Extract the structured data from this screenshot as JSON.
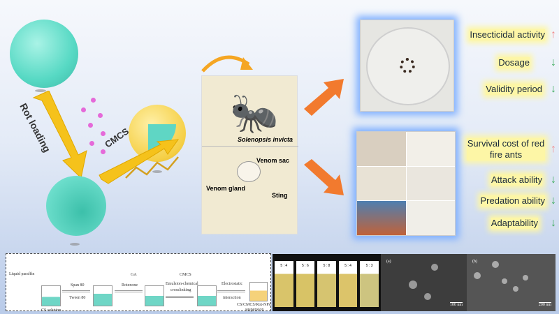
{
  "synthesis": {
    "rot_loading": "Rot loading",
    "cmcs": "CMCS"
  },
  "ant_panel": {
    "species": "Solenopsis invicta",
    "venom_sac": "Venom sac",
    "venom_gland": "Venom gland",
    "sting": "Sting"
  },
  "effects_top": [
    {
      "label": "Insecticidal activity",
      "trend": "up"
    },
    {
      "label": "Dosage",
      "trend": "down"
    },
    {
      "label": "Validity period",
      "trend": "down"
    }
  ],
  "effects_bottom": [
    {
      "label": "Survival cost of red fire ants",
      "trend": "up"
    },
    {
      "label": "Attack ability",
      "trend": "down"
    },
    {
      "label": "Predation ability",
      "trend": "down"
    },
    {
      "label": "Adaptability",
      "trend": "down"
    }
  ],
  "process": {
    "liquid_paraffin": "Liquid paraffin",
    "cs_solution": "CS solution",
    "span80": "Span 80",
    "tween80": "Tween 80",
    "rotenone": "Rotenone",
    "ga": "GA",
    "emulsion1": "Emulsion-chemical",
    "emulsion2": "crosslinking",
    "cmcs": "CMCS",
    "electro1": "Electrostatic",
    "electro2": "interaction",
    "product1": "CS/CMCS/Rot-NPs",
    "product2": "suspension"
  },
  "vials": [
    "5 : 4",
    "5 : 6",
    "5 : 8",
    "5 : 4",
    "5 : 3"
  ],
  "sem": [
    {
      "label": "(a)",
      "scale": "100 nm"
    },
    {
      "label": "(b)",
      "scale": "200 nm"
    }
  ],
  "icons": {
    "up": "↑",
    "down": "↓"
  }
}
